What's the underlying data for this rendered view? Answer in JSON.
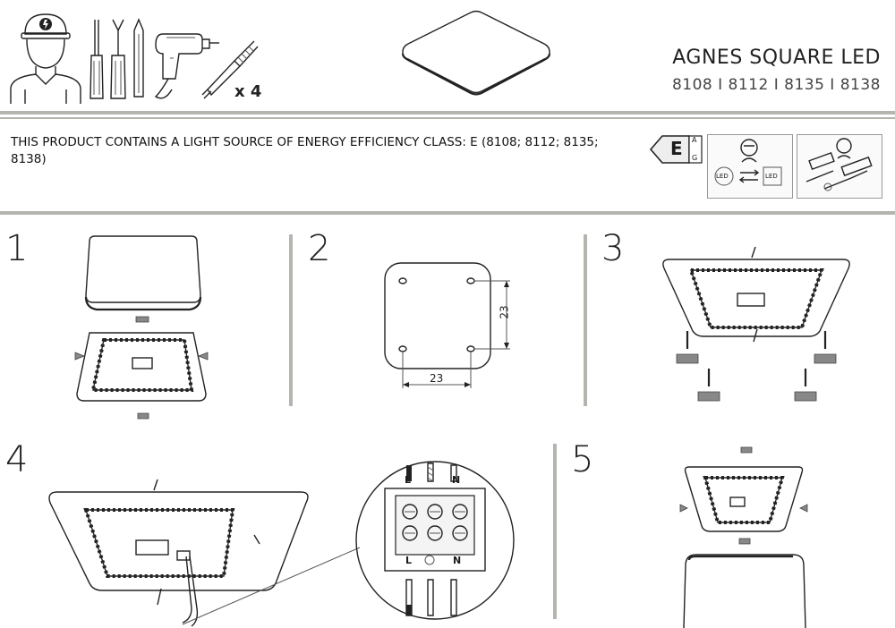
{
  "header": {
    "product_title": "AGNES SQUARE LED",
    "models": "8108 I 8112 I 8135 I 8138",
    "screw_quantity": "x 4"
  },
  "icons": {
    "electrician": "electrician-icon",
    "screwdrivers": "screwdriver-icon",
    "drill": "drill-icon",
    "anchor": "wall-anchor-icon",
    "energy_label": "energy-label-icon",
    "led_replace": "led-replace-icon",
    "driver_replace": "driver-replace-icon"
  },
  "energy": {
    "statement": "THIS PRODUCT CONTAINS A LIGHT SOURCE OF ENERGY EFFICIENCY CLASS: E (8108; 8112; 8135; 8138)",
    "class_letter": "E",
    "scale_top": "A",
    "scale_bottom": "G",
    "led_tag_left": "LED",
    "led_tag_right": "LED"
  },
  "steps": {
    "s1": "1",
    "s2": "2",
    "s3": "3",
    "s4": "4",
    "s5": "5"
  },
  "dimensions": {
    "horizontal": "23",
    "vertical": "23"
  },
  "terminal": {
    "top_l": "L",
    "top_n": "N",
    "bottom_l": "L",
    "bottom_n": "N"
  },
  "colors": {
    "rule": "#b5b5b0",
    "ink": "#222222"
  }
}
